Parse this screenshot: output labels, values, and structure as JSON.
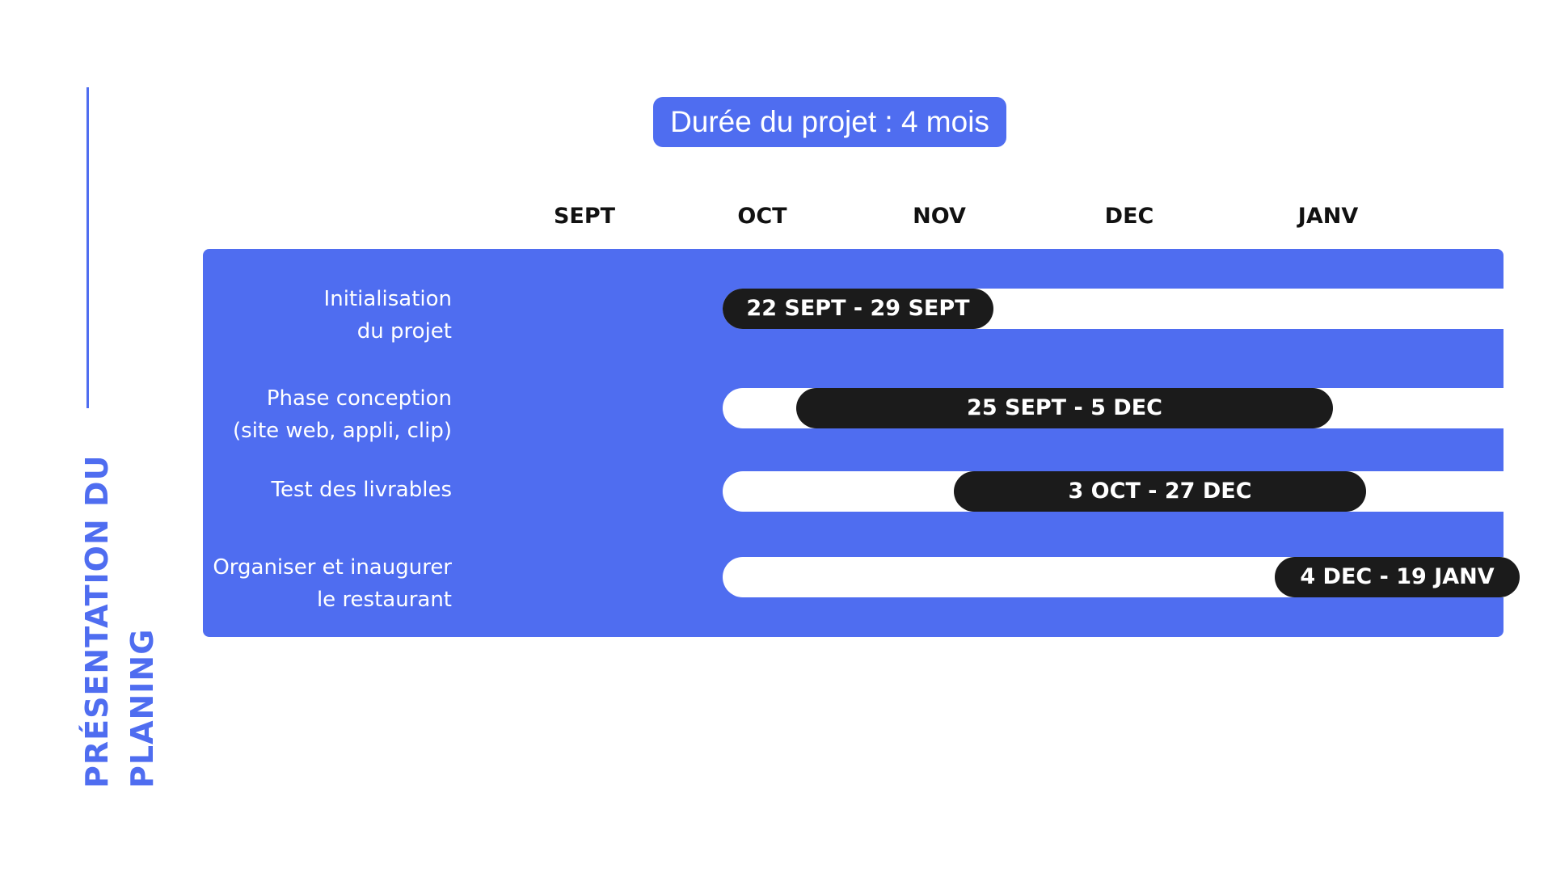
{
  "side_title": {
    "line1": "PRÉSENTATION DU",
    "line2": "PLANING"
  },
  "duration_label": "Durée du projet : 4 mois",
  "colors": {
    "accent": "#4f6df0",
    "bar": "#1b1b1b",
    "track": "#ffffff"
  },
  "chart_data": {
    "type": "gantt",
    "months": [
      "SEPT",
      "OCT",
      "NOV",
      "DEC",
      "JANV"
    ],
    "tasks": [
      {
        "label_lines": [
          "Initialisation",
          "du projet"
        ],
        "range_label": "22 SEPT - 29 SEPT",
        "start": "09-22",
        "end": "09-29"
      },
      {
        "label_lines": [
          "Phase conception",
          "(site web, appli, clip)"
        ],
        "range_label": "25 SEPT - 5 DEC",
        "start": "09-25",
        "end": "12-05"
      },
      {
        "label_lines": [
          "Test des livrables"
        ],
        "range_label": "3 OCT - 27 DEC",
        "start": "10-03",
        "end": "12-27"
      },
      {
        "label_lines": [
          "Organiser et inaugurer",
          "le restaurant"
        ],
        "range_label": "4 DEC - 19 JANV",
        "start": "12-04",
        "end": "01-19"
      }
    ]
  }
}
